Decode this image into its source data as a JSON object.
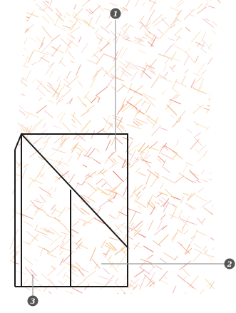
{
  "callouts": [
    {
      "id": "callout-1",
      "label": "1"
    },
    {
      "id": "callout-2",
      "label": "2"
    },
    {
      "id": "callout-3",
      "label": "3"
    }
  ],
  "colors": {
    "frame": "#1a1a1a",
    "leader": "#9a9a9a",
    "badge": "#555555",
    "badge_text": "#ffffff",
    "hatch_red": "#e0503a",
    "hatch_orange": "#f09a55",
    "hatch_yellow": "#f5c26b",
    "hatch_pink": "#e8a0a8"
  }
}
